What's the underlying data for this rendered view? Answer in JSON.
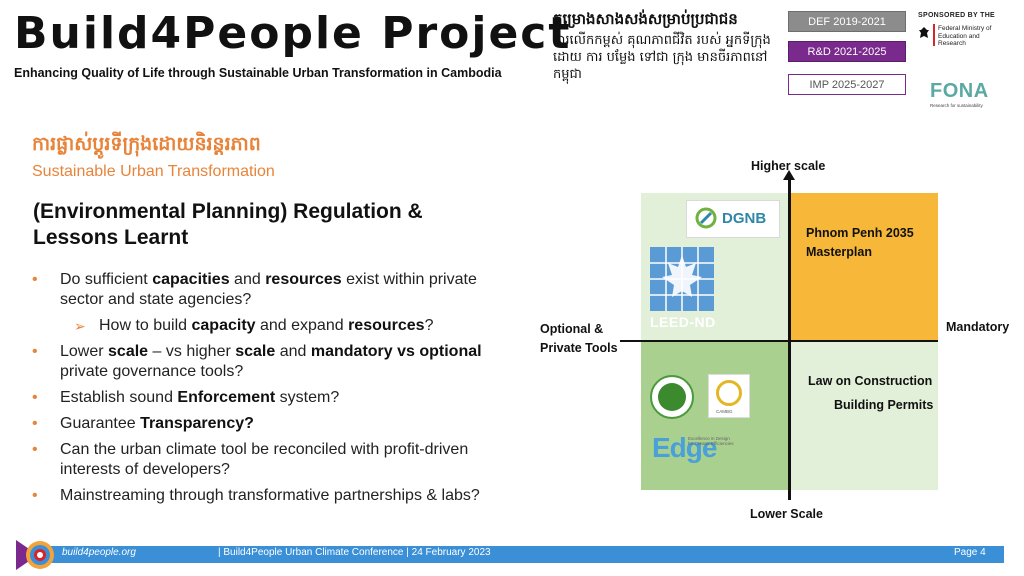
{
  "header": {
    "title": "Build4People Project",
    "subtitle": "Enhancing Quality of Life through Sustainable Urban Transformation in Cambodia",
    "khmer_title": "គម្រោងសាងសង់សម្រាប់ប្រជាជន",
    "khmer_subtitle": "ការលើកកម្ពស់ គុណភាពជីវិត របស់ អ្នកទីក្រុង ដោយ ការ បម្លែង ទៅជា ក្រុង មានចីរភាពនៅកម្ពុជា",
    "phases": [
      "DEF 2019-2021",
      "R&D 2021-2025",
      "IMP 2025-2027"
    ],
    "sponsor_label": "SPONSORED BY THE",
    "ministry": "Federal Ministry of Education and Research",
    "fona": "FONA",
    "fona_sub": "Research for sustainability"
  },
  "content": {
    "khmer_heading": "ការផ្លាស់ប្តូរទីក្រុងដោយនិរន្តរភាព",
    "heading_en": "Sustainable Urban Transformation",
    "section_title": "(Environmental Planning) Regulation & Lessons Learnt",
    "bullets": [
      {
        "pre": "Do sufficient ",
        "b1": "capacities",
        "mid": " and ",
        "b2": "resources",
        "post": " exist within private sector and state agencies?"
      },
      {
        "pre": "How to build ",
        "b1": "capacity",
        "mid": " and expand ",
        "b2": "resources",
        "post": "?"
      },
      {
        "pre": "Lower ",
        "b1": "scale",
        "mid": " – vs higher ",
        "b2": "scale",
        "mid2": " and ",
        "b3": "mandatory vs optional",
        "post": " private governance tools?"
      },
      {
        "pre": "Establish sound ",
        "b1": "Enforcement",
        "post": " system?"
      },
      {
        "pre": "Guarantee ",
        "b1": "Transparency?"
      },
      {
        "pre": "Can the urban climate tool be reconciled with profit-driven interests of developers?"
      },
      {
        "pre": "Mainstreaming through transformative partnerships & labs?"
      }
    ]
  },
  "quadrant": {
    "top_label": "Higher scale",
    "bottom_label": "Lower Scale",
    "right_label": "Mandatory",
    "left_label_1": "Optional &",
    "left_label_2": "Private Tools",
    "tr_line1": "Phnom Penh 2035",
    "tr_line2": "Masterplan",
    "br_line1": "Law on Construction",
    "br_line2": "Building Permits",
    "logos": {
      "dgnb": "DGNB",
      "leed": "LEED-ND",
      "edge": "Edge",
      "edge_sub": "Excellence in Design for Greater Efficiencies",
      "cam": "CAMBG"
    },
    "colors": {
      "tl": "#e2efd9",
      "tr": "#f7b738",
      "bl": "#a9d08e",
      "br": "#e2efd9"
    }
  },
  "footer": {
    "site": "build4people.org",
    "conference": "| Build4People Urban Climate Conference | 24 February 2023",
    "page": "Page 4",
    "accent": "#3a8fd6"
  }
}
